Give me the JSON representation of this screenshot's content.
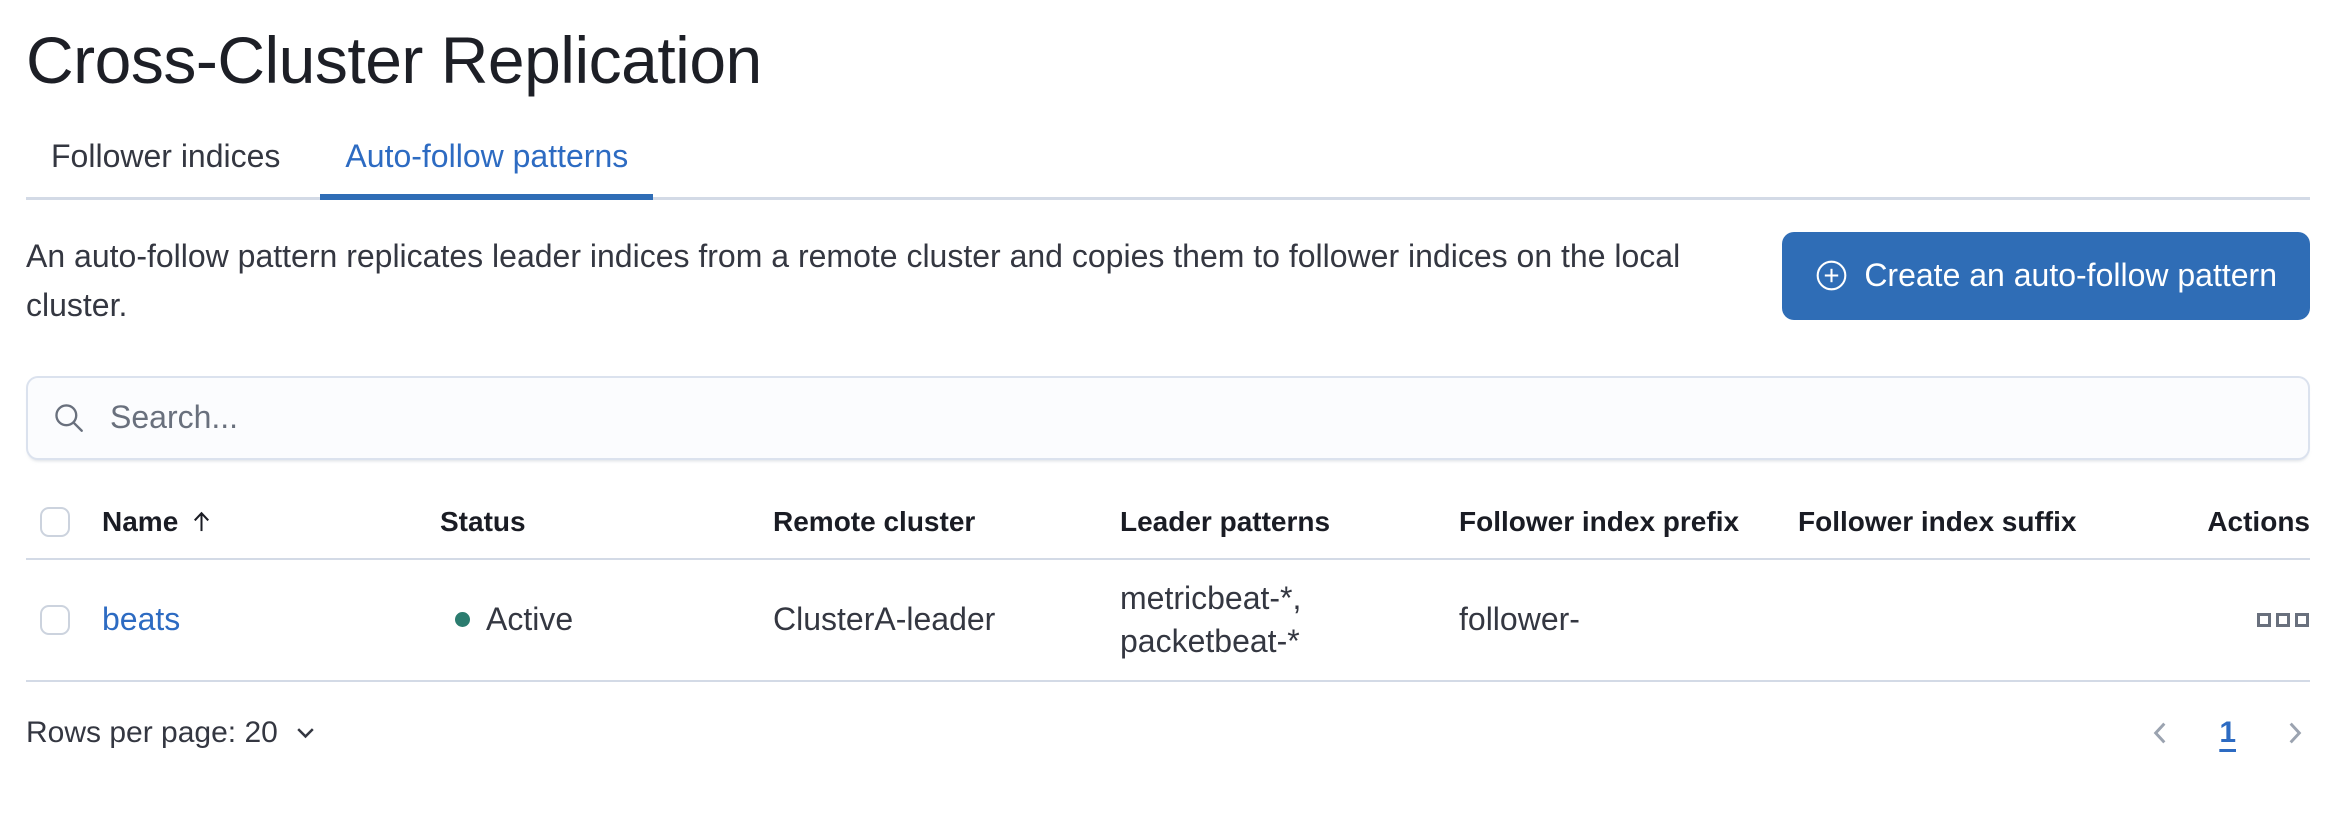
{
  "page": {
    "title": "Cross-Cluster Replication"
  },
  "tabs": [
    {
      "label": "Follower indices",
      "active": false
    },
    {
      "label": "Auto-follow patterns",
      "active": true
    }
  ],
  "description": "An auto-follow pattern replicates leader indices from a remote cluster and copies them to follower indices on the local cluster.",
  "create_button": {
    "label": "Create an auto-follow pattern",
    "icon": "plus-in-circle-icon"
  },
  "search": {
    "placeholder": "Search...",
    "value": "",
    "icon": "search-icon"
  },
  "table": {
    "columns": [
      "Name",
      "Status",
      "Remote cluster",
      "Leader patterns",
      "Follower index prefix",
      "Follower index suffix",
      "Actions"
    ],
    "sort": {
      "column": "Name",
      "direction": "ascending",
      "icon": "sort-ascending-arrow-icon"
    },
    "rows": [
      {
        "name": "beats",
        "status": "Active",
        "remote_cluster": "ClusterA-leader",
        "leader_patterns": "metricbeat-*, packetbeat-*",
        "follower_index_prefix": "follower-",
        "follower_index_suffix": "",
        "actions_icon": "all-actions-icon"
      }
    ]
  },
  "footer": {
    "rows_per_page_label": "Rows per page: 20",
    "rows_per_page_icon": "chevron-down-icon",
    "pagination": {
      "prev_icon": "chevron-left-icon",
      "current_page": "1",
      "next_icon": "chevron-right-icon"
    }
  },
  "colors": {
    "primary_button": "#2f6db6",
    "link_blue": "#2d6bc2",
    "tab_underline": "#2f6db6",
    "divider": "#d3dae6",
    "status_active_dot": "#2b7c6f",
    "icon_gray": "#69707d",
    "pagination_chevron_gray": "#9ba3b0",
    "text_dark": "#343741",
    "heading_dark": "#1a1c24"
  }
}
